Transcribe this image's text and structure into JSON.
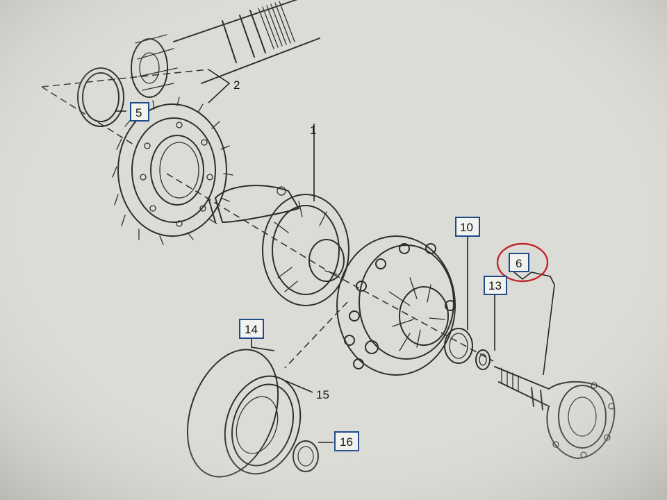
{
  "callouts": [
    {
      "id": "part-1",
      "text": "1",
      "boxed": false
    },
    {
      "id": "part-2",
      "text": "2",
      "boxed": false
    },
    {
      "id": "part-5",
      "text": "5",
      "boxed": true
    },
    {
      "id": "part-6",
      "text": "6",
      "boxed": true,
      "circled": true
    },
    {
      "id": "part-10",
      "text": "10",
      "boxed": true
    },
    {
      "id": "part-13",
      "text": "13",
      "boxed": true
    },
    {
      "id": "part-14",
      "text": "14",
      "boxed": true
    },
    {
      "id": "part-15",
      "text": "15",
      "boxed": false
    },
    {
      "id": "part-16",
      "text": "16",
      "boxed": true
    }
  ],
  "colors": {
    "background": "#d6d6d1",
    "line": "#2d2d2d",
    "callout_box": "#1f4a8a",
    "highlight_circle": "#c0262c"
  }
}
